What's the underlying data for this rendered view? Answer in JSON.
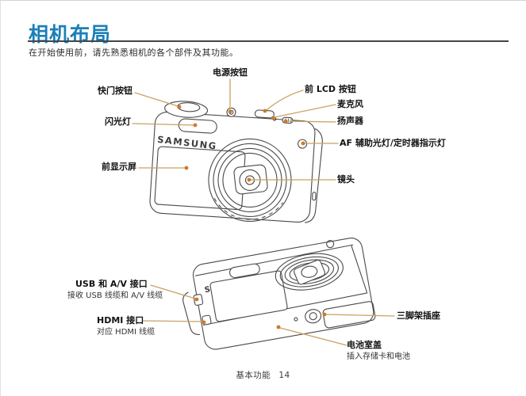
{
  "header": {
    "title": "相机布局",
    "intro": "在开始使用前，请先熟悉相机的各个部件及其功能。"
  },
  "brand": "SAMSUNG",
  "front": {
    "power": "电源按钮",
    "shutter": "快门按钮",
    "flash": "闪光灯",
    "display": "前显示屏",
    "lcd_button": "前 LCD 按钮",
    "mic": "麦克风",
    "speaker": "扬声器",
    "af": "AF 辅助光灯/定时器指示灯",
    "lens": "镜头"
  },
  "bottom": {
    "usb_title": "USB 和 A/V 接口",
    "usb_desc": "接收 USB 线缆和 A/V 线缆",
    "hdmi_title": "HDMI 接口",
    "hdmi_desc": "对应 HDMI 线缆",
    "tripod": "三脚架插座",
    "battery_title": "电池室盖",
    "battery_desc": "插入存储卡和电池"
  },
  "footer": {
    "section": "基本功能",
    "page": "14"
  },
  "colors": {
    "accent_blue": "#1b7fb8",
    "leader_line": "#c8a262",
    "leader_dot": "#cc7a28",
    "line_art": "#4a4a4a"
  }
}
